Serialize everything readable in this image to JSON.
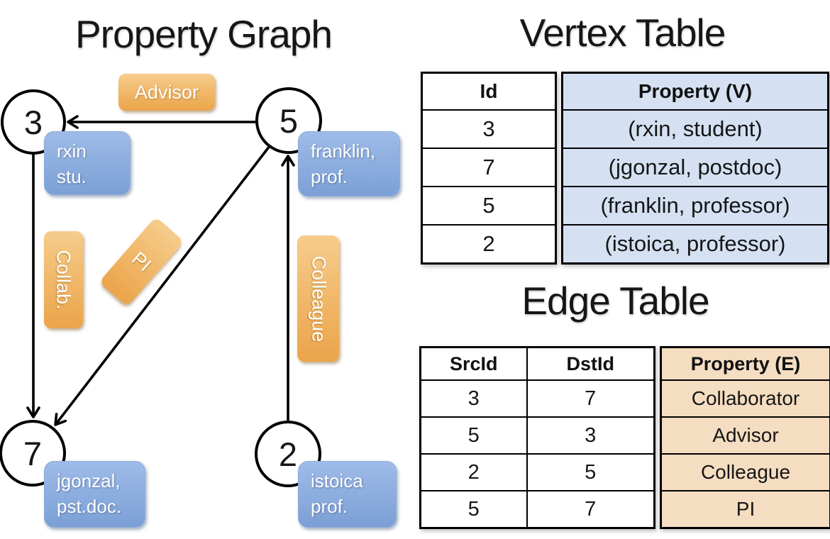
{
  "graph": {
    "title": "Property Graph",
    "nodes": [
      {
        "id": "3",
        "label_line1": "rxin",
        "label_line2": "stu."
      },
      {
        "id": "5",
        "label_line1": "franklin,",
        "label_line2": "prof."
      },
      {
        "id": "7",
        "label_line1": "jgonzal,",
        "label_line2": "pst.doc."
      },
      {
        "id": "2",
        "label_line1": "istoica",
        "label_line2": "prof."
      }
    ],
    "edge_labels": [
      {
        "name": "Advisor"
      },
      {
        "name": "Collab."
      },
      {
        "name": "PI"
      },
      {
        "name": "Colleague"
      }
    ]
  },
  "vertex_table": {
    "title": "Vertex Table",
    "columns": [
      "Id",
      "Property (V)"
    ],
    "rows": [
      {
        "id": "3",
        "property": "(rxin, student)"
      },
      {
        "id": "7",
        "property": "(jgonzal, postdoc)"
      },
      {
        "id": "5",
        "property": "(franklin, professor)"
      },
      {
        "id": "2",
        "property": "(istoica, professor)"
      }
    ]
  },
  "edge_table": {
    "title": "Edge Table",
    "columns": [
      "SrcId",
      "DstId",
      "Property (E)"
    ],
    "rows": [
      {
        "src": "3",
        "dst": "7",
        "property": "Collaborator"
      },
      {
        "src": "5",
        "dst": "3",
        "property": "Advisor"
      },
      {
        "src": "2",
        "dst": "5",
        "property": "Colleague"
      },
      {
        "src": "5",
        "dst": "7",
        "property": "PI"
      }
    ]
  },
  "colors": {
    "vertex_property_fill": "#d5e1f2",
    "edge_property_fill": "#f5ddc1",
    "orange_label_top": "#f6cc8c",
    "orange_label_bottom": "#eba449",
    "blue_label_top": "#9fbbe8",
    "blue_label_bottom": "#7ba0d6",
    "line_color": "#000000"
  }
}
